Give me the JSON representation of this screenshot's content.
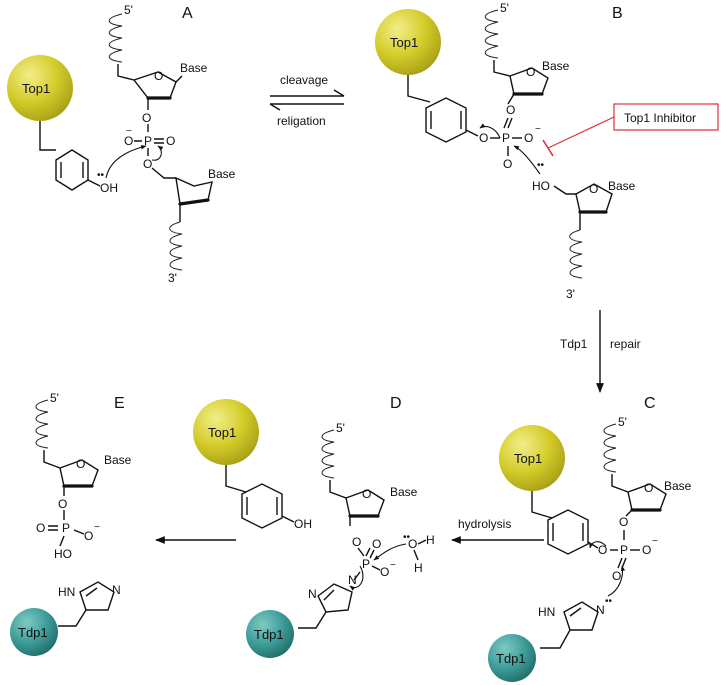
{
  "panels": {
    "A": {
      "label": "A"
    },
    "B": {
      "label": "B"
    },
    "C": {
      "label": "C"
    },
    "D": {
      "label": "D"
    },
    "E": {
      "label": "E"
    }
  },
  "enzymes": {
    "top1": "Top1",
    "tdp1": "Tdp1",
    "top1_color": "#d4cc2a",
    "tdp1_color": "#3f9e9a"
  },
  "atoms": {
    "five_prime": "5'",
    "three_prime": "3'",
    "base": "Base",
    "O": "O",
    "P": "P",
    "OH": "OH",
    "HO": "HO",
    "H": "H",
    "HN": "HN",
    "N": "N",
    "minus": "−",
    "lone_pair": "••"
  },
  "arrows": {
    "cleavage": "cleavage",
    "religation": "religation",
    "tdp1": "Tdp1",
    "repair": "repair",
    "hydrolysis": "hydrolysis"
  },
  "inhibitor": {
    "label": "Top1 Inhibitor",
    "color": "#e0303a"
  }
}
